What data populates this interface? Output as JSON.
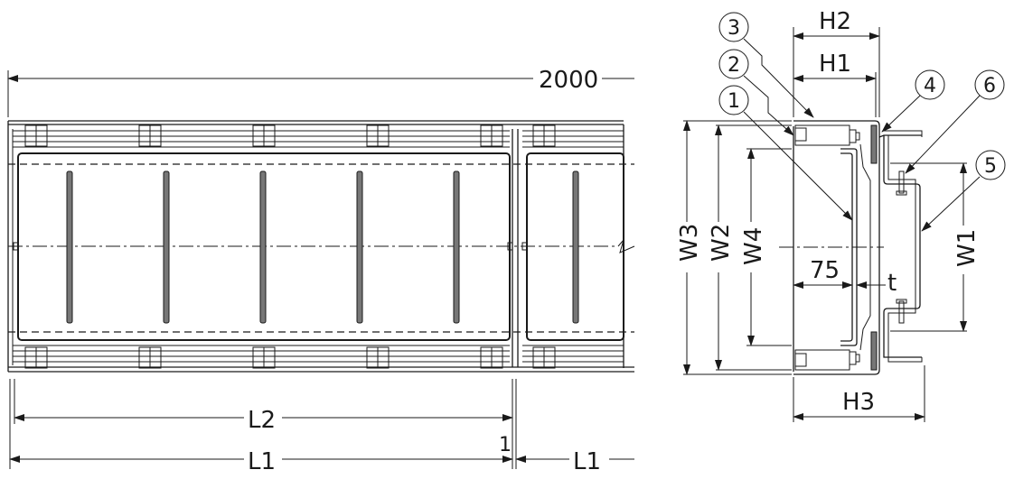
{
  "plan_view": {
    "total_length": "2000",
    "dims": {
      "l2": "L2",
      "l1_left": "L1",
      "l1_right": "L1",
      "gap": "1"
    },
    "slot_count_left": 5,
    "slot_count_right": 1
  },
  "section_view": {
    "dims": {
      "h1": "H1",
      "h2": "H2",
      "h3": "H3",
      "w1": "W1",
      "w2": "W2",
      "w3": "W3",
      "w4": "W4",
      "width75": "75",
      "thickness": "t"
    },
    "callouts": [
      "1",
      "2",
      "3",
      "4",
      "5",
      "6"
    ]
  },
  "colors": {
    "line": "#1a1a1a",
    "fill_gray": "#777777",
    "background": "#ffffff"
  }
}
